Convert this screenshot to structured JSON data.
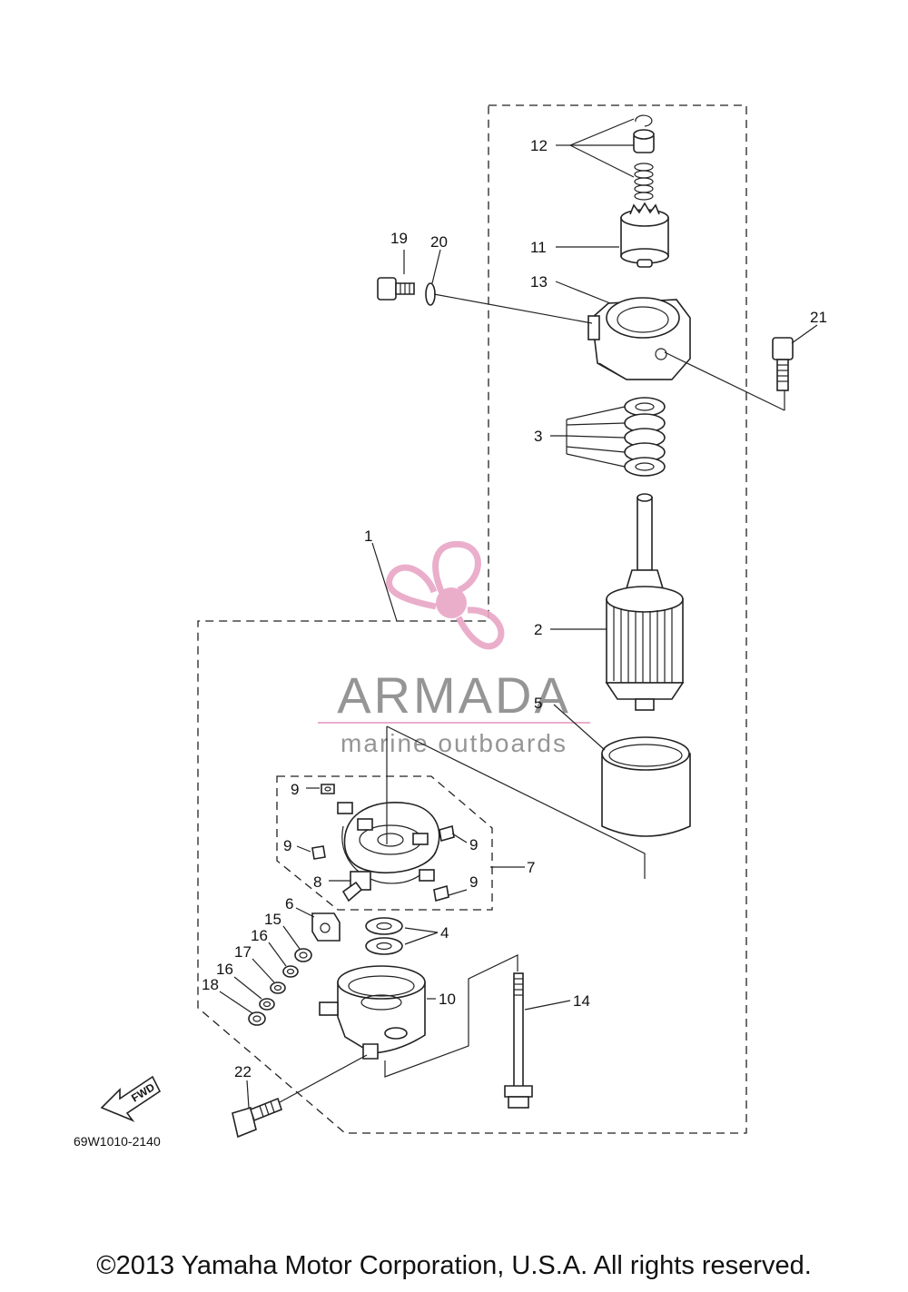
{
  "diagram": {
    "part_number_code": "69W1010-2140",
    "fwd_label": "FWD",
    "callouts": {
      "c1": "1",
      "c2": "2",
      "c3": "3",
      "c4": "4",
      "c5": "5",
      "c6": "6",
      "c7": "7",
      "c8": "8",
      "c9a": "9",
      "c9b": "9",
      "c9c": "9",
      "c9d": "9",
      "c10": "10",
      "c11": "11",
      "c12": "12",
      "c13": "13",
      "c14": "14",
      "c15": "15",
      "c16a": "16",
      "c16b": "16",
      "c17": "17",
      "c18": "18",
      "c19": "19",
      "c20": "20",
      "c21": "21",
      "c22": "22"
    }
  },
  "watermark": {
    "brand": "ARMADA",
    "tagline": "marine outboards",
    "color": "#e8a6c6"
  },
  "footer": {
    "copyright": "©2013 Yamaha Motor Corporation, U.S.A. All rights reserved."
  }
}
